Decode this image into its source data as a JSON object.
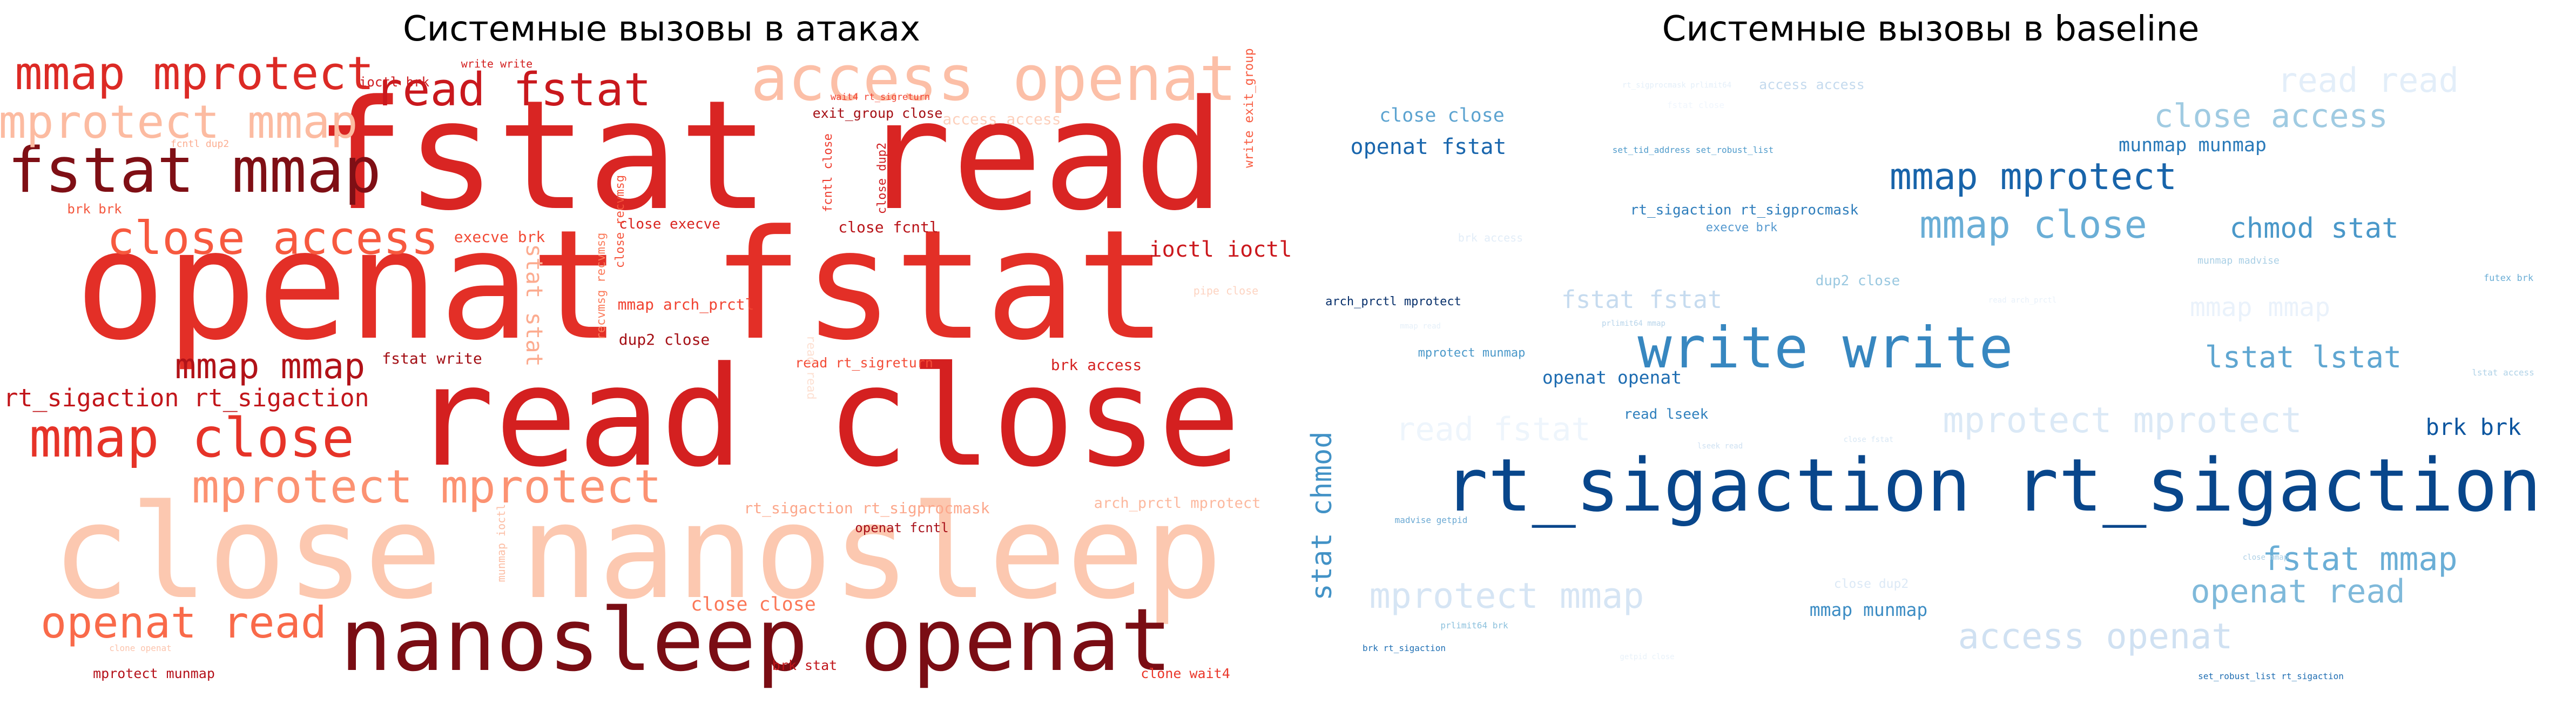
{
  "charts": [
    {
      "title": "Системные вызовы в атаках",
      "colormap": "Reds",
      "words": [
        {
          "text": "fstat read",
          "weight": 1.0,
          "color": "#d92523"
        },
        {
          "text": "openat fstat",
          "weight": 1.0,
          "color": "#e32f27"
        },
        {
          "text": "read close",
          "weight": 0.95,
          "color": "#d42020"
        },
        {
          "text": "close nanosleep",
          "weight": 0.9,
          "color": "#fcc8b0"
        },
        {
          "text": "nanosleep openat",
          "weight": 0.62,
          "color": "#7a0d14"
        },
        {
          "text": "access openat",
          "weight": 0.43,
          "color": "#fcbfa7"
        },
        {
          "text": "fstat mmap",
          "weight": 0.43,
          "color": "#7f0f15"
        },
        {
          "text": "mmap mprotect",
          "weight": 0.33,
          "color": "#dc2a25"
        },
        {
          "text": "read fstat",
          "weight": 0.33,
          "color": "#c9181d"
        },
        {
          "text": "mprotect mmap",
          "weight": 0.31,
          "color": "#fcbba1"
        },
        {
          "text": "close access",
          "weight": 0.31,
          "color": "#f7593f"
        },
        {
          "text": "mmap close",
          "weight": 0.4,
          "color": "#e63328"
        },
        {
          "text": "mprotect mprotect",
          "weight": 0.37,
          "color": "#fc9272"
        },
        {
          "text": "openat read",
          "weight": 0.31,
          "color": "#f96a4a"
        },
        {
          "text": "mmap mmap",
          "weight": 0.25,
          "color": "#b11218"
        },
        {
          "text": "rt_sigaction rt_sigaction",
          "weight": 0.17,
          "color": "#c2161b"
        },
        {
          "text": "stat stat",
          "weight": 0.15,
          "color": "#fcab8f"
        },
        {
          "text": "ioctl ioctl",
          "weight": 0.14,
          "color": "#cb181d"
        },
        {
          "text": "close close",
          "weight": 0.1,
          "color": "#fb7757"
        },
        {
          "text": "execve brk",
          "weight": 0.08,
          "color": "#f24a35"
        },
        {
          "text": "fstat write",
          "weight": 0.08,
          "color": "#a30f15"
        },
        {
          "text": "dup2 close",
          "weight": 0.08,
          "color": "#a50f15"
        },
        {
          "text": "mmap arch_prctl",
          "weight": 0.08,
          "color": "#f14331"
        },
        {
          "text": "close fcntl",
          "weight": 0.08,
          "color": "#b91419"
        },
        {
          "text": "close execve",
          "weight": 0.07,
          "color": "#d9241f"
        },
        {
          "text": "exit_group close",
          "weight": 0.07,
          "color": "#a50f15"
        },
        {
          "text": "read rt_sigreturn",
          "weight": 0.07,
          "color": "#f34c37"
        },
        {
          "text": "brk access",
          "weight": 0.07,
          "color": "#d52221"
        },
        {
          "text": "rt_sigaction rt_sigprocmask",
          "weight": 0.07,
          "color": "#fca78b"
        },
        {
          "text": "arch_prctl mprotect",
          "weight": 0.07,
          "color": "#fcb89e"
        },
        {
          "text": "openat fcntl",
          "weight": 0.06,
          "color": "#a8101a"
        },
        {
          "text": "mprotect munmap",
          "weight": 0.06,
          "color": "#b5121b"
        },
        {
          "text": "brk stat",
          "weight": 0.06,
          "color": "#c0151a"
        },
        {
          "text": "clone wait4",
          "weight": 0.06,
          "color": "#ea372a"
        },
        {
          "text": "ioctl brk",
          "weight": 0.06,
          "color": "#ce1a1e"
        },
        {
          "text": "write write",
          "weight": 0.06,
          "color": "#d32020"
        },
        {
          "text": "wait4 rt_sigreturn",
          "weight": 0.05,
          "color": "#f14130"
        },
        {
          "text": "fcntl dup2",
          "weight": 0.05,
          "color": "#fcae92"
        },
        {
          "text": "brk brk",
          "weight": 0.06,
          "color": "#f4573e"
        },
        {
          "text": "access access",
          "weight": 0.07,
          "color": "#fdd0bc"
        },
        {
          "text": "pipe close",
          "weight": 0.06,
          "color": "#fdd4c2"
        },
        {
          "text": "clone openat",
          "weight": 0.05,
          "color": "#fcc4ad"
        },
        {
          "text": "write exit_group",
          "weight": 0.06,
          "color": "#f85d42"
        },
        {
          "text": "fcntl close",
          "weight": 0.06,
          "color": "#ee3a2c"
        },
        {
          "text": "close dup2",
          "weight": 0.06,
          "color": "#cf1c1f"
        },
        {
          "text": "recvmsg recvmsg",
          "weight": 0.06,
          "color": "#fb7c5c"
        },
        {
          "text": "close recvmsg",
          "weight": 0.06,
          "color": "#f5533b"
        },
        {
          "text": "munmap ioctl",
          "weight": 0.05,
          "color": "#fcbea5"
        },
        {
          "text": "read read",
          "weight": 0.06,
          "color": "#fde0d2"
        }
      ]
    },
    {
      "title": "Системные вызовы в baseline",
      "colormap": "Blues",
      "words": [
        {
          "text": "rt_sigaction rt_sigaction",
          "weight": 0.95,
          "color": "#08468b"
        },
        {
          "text": "write write",
          "weight": 0.75,
          "color": "#3787c0"
        },
        {
          "text": "mmap mprotect",
          "weight": 0.45,
          "color": "#1864aa"
        },
        {
          "text": "mmap close",
          "weight": 0.4,
          "color": "#6aaed6"
        },
        {
          "text": "close access",
          "weight": 0.38,
          "color": "#a0cbe2"
        },
        {
          "text": "read read",
          "weight": 0.38,
          "color": "#e3eef9"
        },
        {
          "text": "lstat lstat",
          "weight": 0.35,
          "color": "#5fa6d1"
        },
        {
          "text": "chmod stat",
          "weight": 0.33,
          "color": "#4a98c9"
        },
        {
          "text": "fstat mmap",
          "weight": 0.38,
          "color": "#6aaed6"
        },
        {
          "text": "openat read",
          "weight": 0.36,
          "color": "#7fb9da"
        },
        {
          "text": "access openat",
          "weight": 0.38,
          "color": "#d0e1f2"
        },
        {
          "text": "mprotect mprotect",
          "weight": 0.38,
          "color": "#dbe9f6"
        },
        {
          "text": "mprotect mmap",
          "weight": 0.38,
          "color": "#d6e5f4"
        },
        {
          "text": "read fstat",
          "weight": 0.38,
          "color": "#eef5fc"
        },
        {
          "text": "stat chmod",
          "weight": 0.33,
          "color": "#4292c6"
        },
        {
          "text": "brk brk",
          "weight": 0.28,
          "color": "#0b559f"
        },
        {
          "text": "mmap mmap",
          "weight": 0.3,
          "color": "#eaf2fb"
        },
        {
          "text": "fstat fstat",
          "weight": 0.28,
          "color": "#c6dbef"
        },
        {
          "text": "openat fstat",
          "weight": 0.24,
          "color": "#1966ad"
        },
        {
          "text": "munmap munmap",
          "weight": 0.2,
          "color": "#2a7ab9"
        },
        {
          "text": "close close",
          "weight": 0.21,
          "color": "#5ca3d0"
        },
        {
          "text": "openat openat",
          "weight": 0.19,
          "color": "#1d6cb1"
        },
        {
          "text": "mmap munmap",
          "weight": 0.19,
          "color": "#3d8dc4"
        },
        {
          "text": "read lseek",
          "weight": 0.17,
          "color": "#3080bd"
        },
        {
          "text": "rt_sigaction rt_sigprocmask",
          "weight": 0.15,
          "color": "#2f7ebc"
        },
        {
          "text": "dup2 close",
          "weight": 0.14,
          "color": "#9ac8e0"
        },
        {
          "text": "execve brk",
          "weight": 0.12,
          "color": "#5599cf"
        },
        {
          "text": "arch_prctl mprotect",
          "weight": 0.12,
          "color": "#08306b"
        },
        {
          "text": "mprotect munmap",
          "weight": 0.12,
          "color": "#4a98c9"
        },
        {
          "text": "set_tid_address set_robust_list",
          "weight": 0.1,
          "color": "#4f9bcb"
        },
        {
          "text": "brk access",
          "weight": 0.12,
          "color": "#e2edf8"
        },
        {
          "text": "close dup2",
          "weight": 0.12,
          "color": "#dce9f6"
        },
        {
          "text": "access access",
          "weight": 0.12,
          "color": "#c4daee"
        },
        {
          "text": "munmap madvise",
          "weight": 0.1,
          "color": "#a9cfe5"
        },
        {
          "text": "futex brk",
          "weight": 0.09,
          "color": "#6baed6"
        },
        {
          "text": "lstat access",
          "weight": 0.09,
          "color": "#b0d2e7"
        },
        {
          "text": "madvise getpid",
          "weight": 0.09,
          "color": "#6ba9d3"
        },
        {
          "text": "prlimit64 brk",
          "weight": 0.09,
          "color": "#8dc1dd"
        },
        {
          "text": "brk rt_sigaction",
          "weight": 0.09,
          "color": "#2070b4"
        },
        {
          "text": "close mmap",
          "weight": 0.09,
          "color": "#add0e6"
        },
        {
          "text": "set_robust_list rt_sigaction",
          "weight": 0.09,
          "color": "#1e6db2"
        },
        {
          "text": "read arch_prctl",
          "weight": 0.08,
          "color": "#e8f1fa"
        },
        {
          "text": "prlimit64 mmap",
          "weight": 0.08,
          "color": "#b7d4ea"
        },
        {
          "text": "rt_sigprocmask prlimit64",
          "weight": 0.08,
          "color": "#e4eff9"
        },
        {
          "text": "lseek read",
          "weight": 0.08,
          "color": "#cfe1f2"
        },
        {
          "text": "close fstat",
          "weight": 0.08,
          "color": "#d9e8f5"
        },
        {
          "text": "mmap read",
          "weight": 0.08,
          "color": "#e6f0f9"
        },
        {
          "text": "getpid close",
          "weight": 0.08,
          "color": "#e9f2fa"
        },
        {
          "text": "fstat close",
          "weight": 0.08,
          "color": "#f0f6fd"
        }
      ]
    }
  ]
}
